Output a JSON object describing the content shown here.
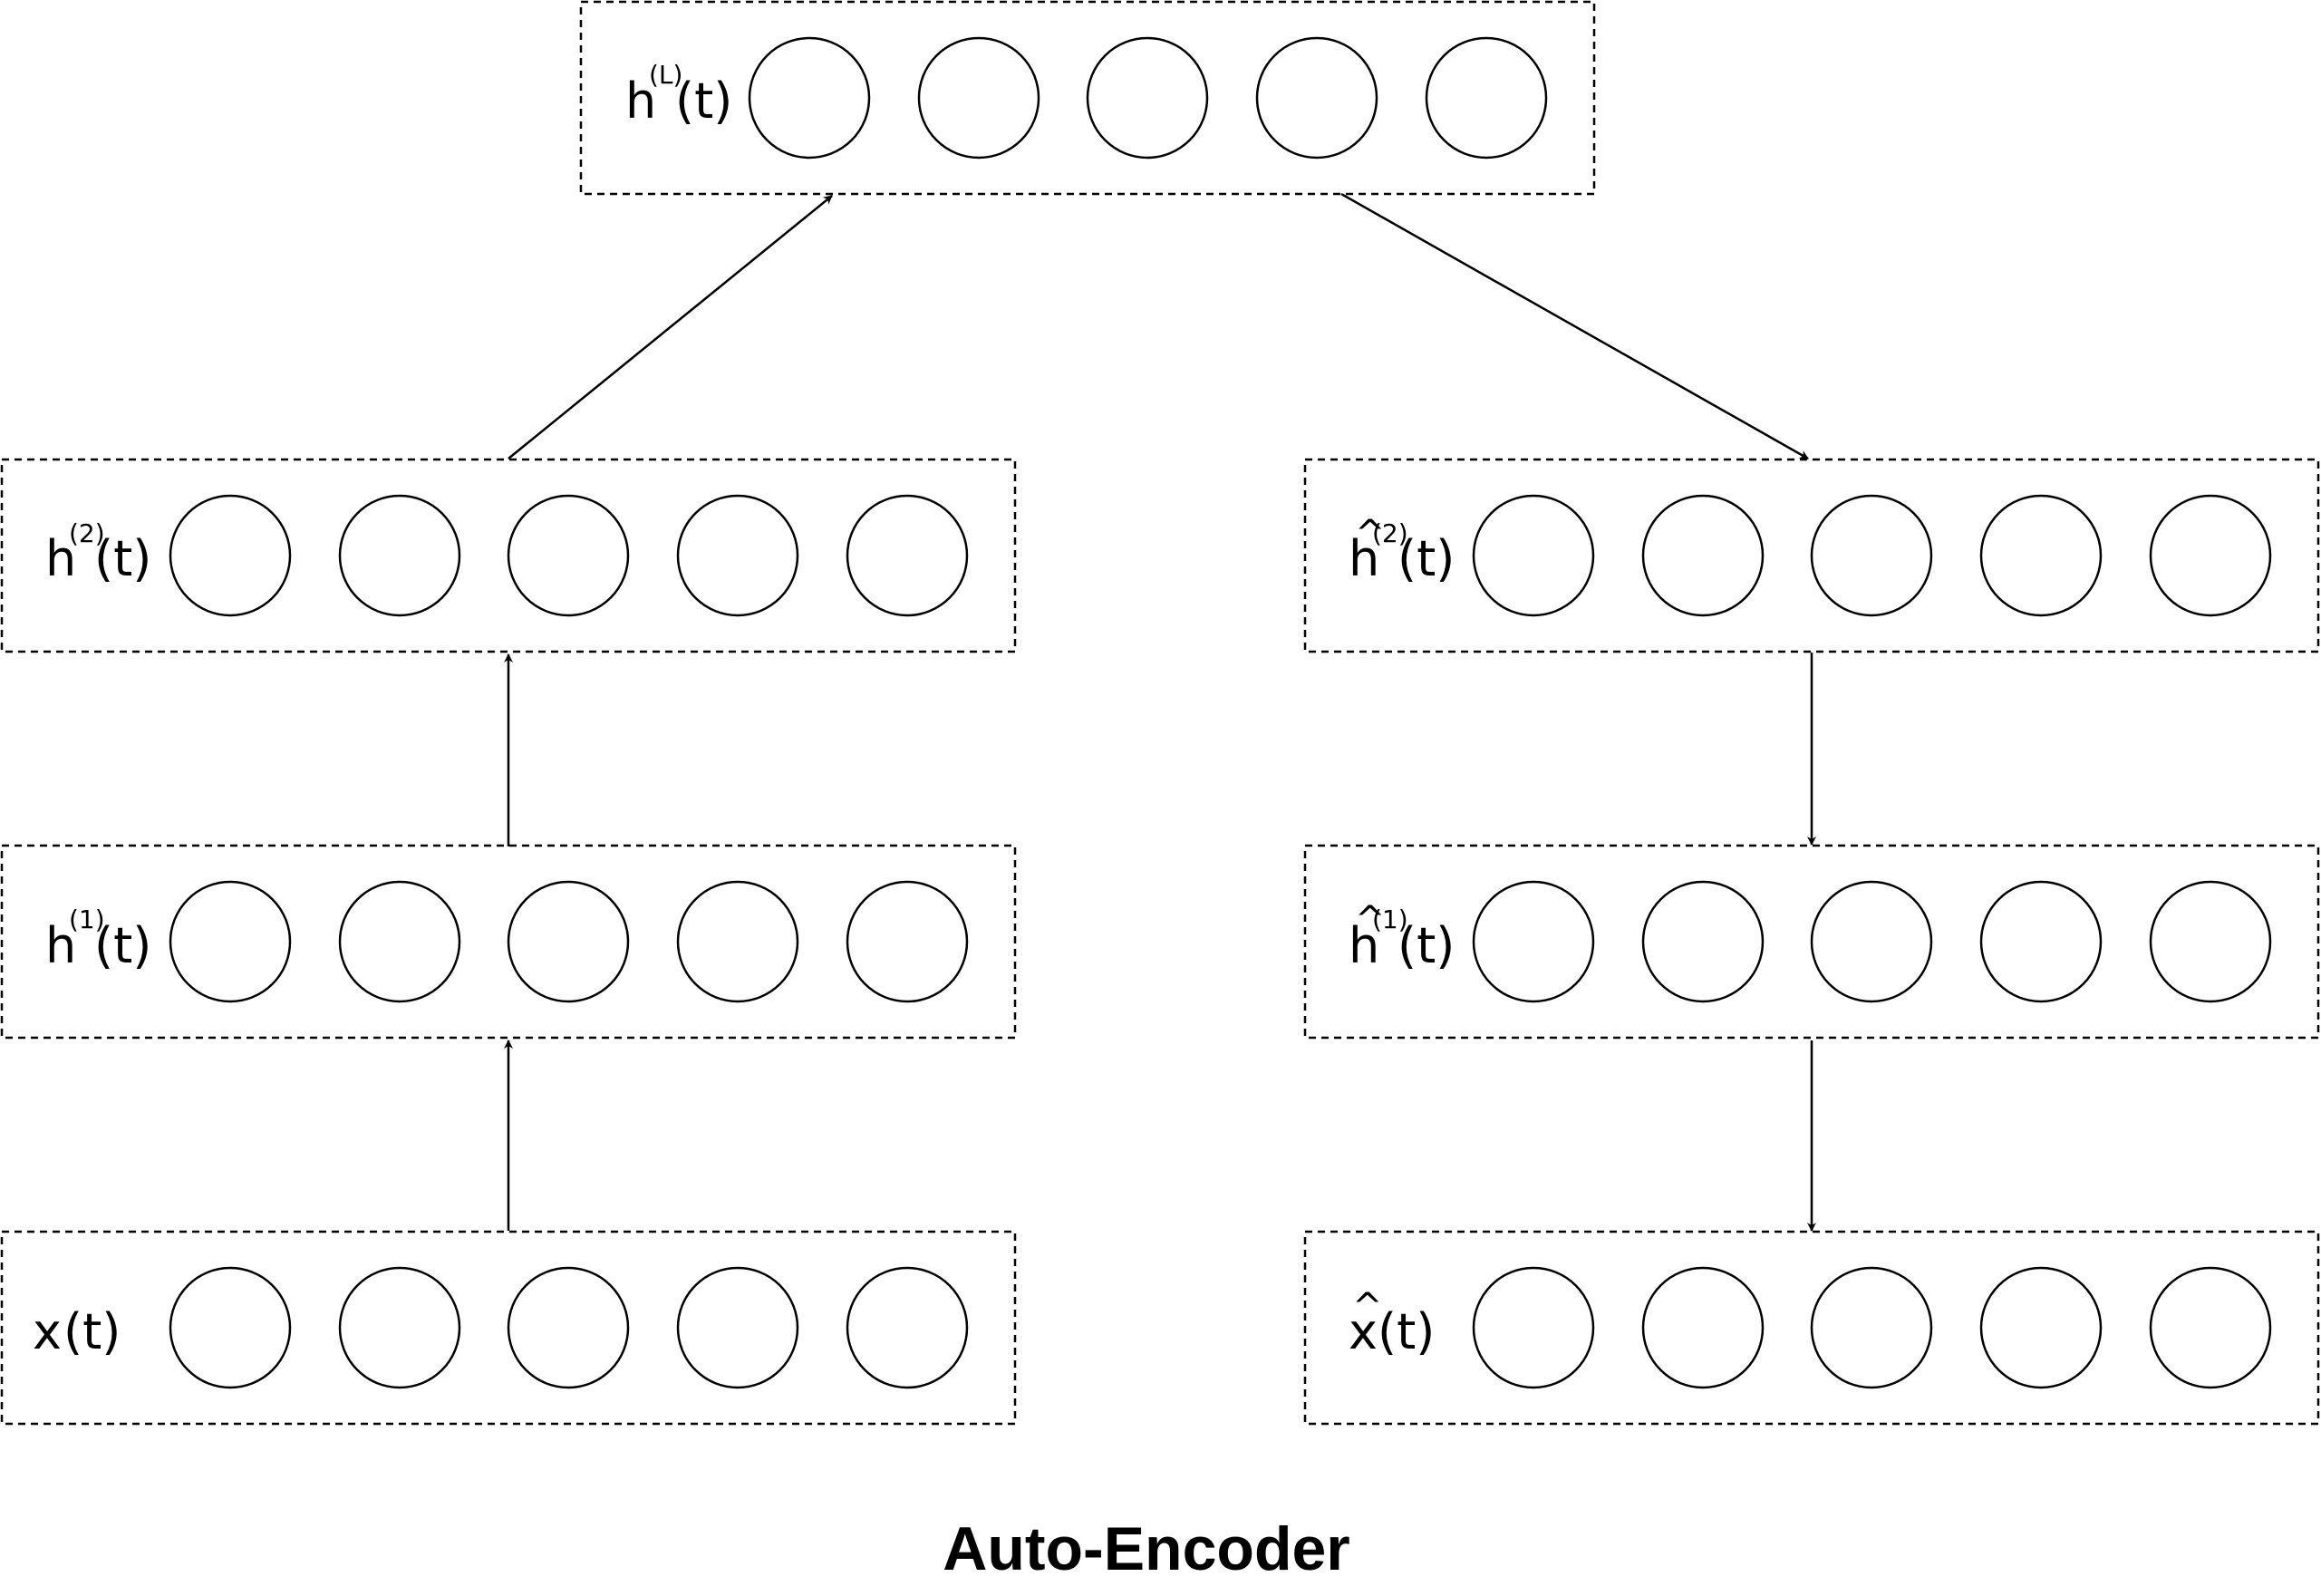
{
  "title": "Auto-Encoder",
  "layers": {
    "hL": {
      "base": "h",
      "sup": "(L)",
      "arg": "(t)",
      "hat": "",
      "neurons": 5
    },
    "h2": {
      "base": "h",
      "sup": "(2)",
      "arg": "(t)",
      "hat": "",
      "neurons": 5
    },
    "h1": {
      "base": "h",
      "sup": "(1)",
      "arg": "(t)",
      "hat": "",
      "neurons": 5
    },
    "x": {
      "base": "x",
      "sup": "",
      "arg": "(t)",
      "hat": "",
      "neurons": 5
    },
    "hh2": {
      "base": "h",
      "sup": "(2)",
      "arg": "(t)",
      "hat": "^",
      "neurons": 5
    },
    "hh1": {
      "base": "h",
      "sup": "(1)",
      "arg": "(t)",
      "hat": "^",
      "neurons": 5
    },
    "xh": {
      "base": "x",
      "sup": "",
      "arg": " (t)",
      "hat": "^",
      "neurons": 5
    }
  },
  "connections": [
    {
      "from": "x",
      "to": "h1"
    },
    {
      "from": "h1",
      "to": "h2"
    },
    {
      "from": "h2",
      "to": "hL"
    },
    {
      "from": "hL",
      "to": "hh2"
    },
    {
      "from": "hh2",
      "to": "hh1"
    },
    {
      "from": "hh1",
      "to": "xh"
    }
  ]
}
